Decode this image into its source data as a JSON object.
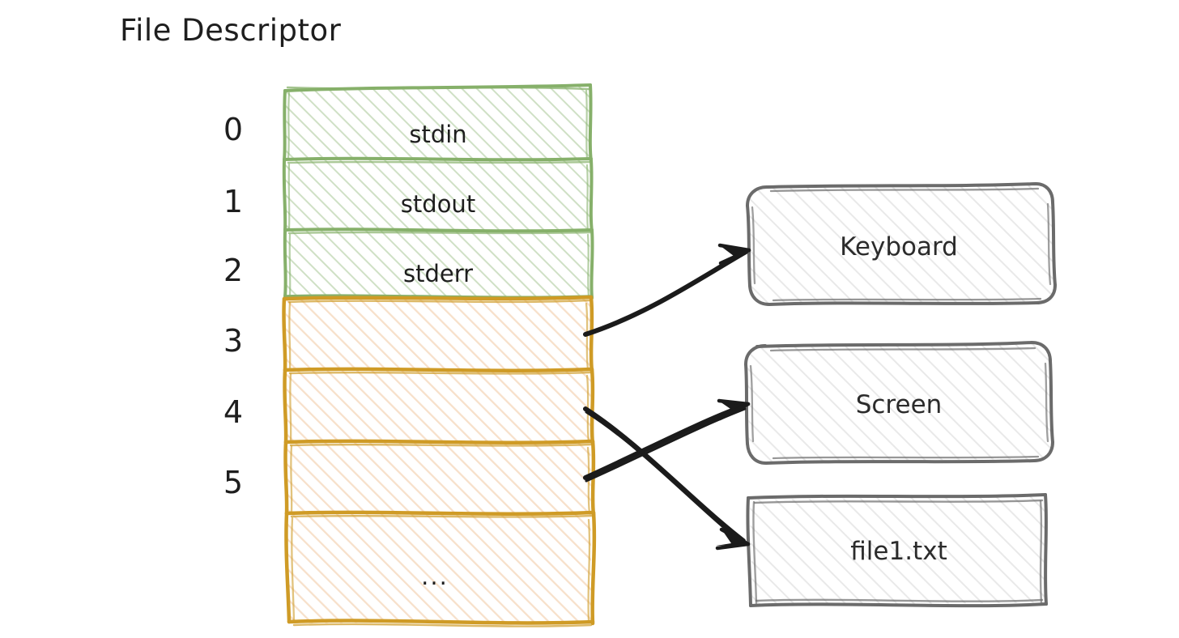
{
  "diagram": {
    "title": "File Descriptor",
    "fd_table": {
      "rows": [
        {
          "index": "0",
          "label": "stdin",
          "group": "std"
        },
        {
          "index": "1",
          "label": "stdout",
          "group": "std"
        },
        {
          "index": "2",
          "label": "stderr",
          "group": "std"
        },
        {
          "index": "3",
          "label": "",
          "group": "open"
        },
        {
          "index": "4",
          "label": "",
          "group": "open"
        },
        {
          "index": "5",
          "label": "",
          "group": "open"
        },
        {
          "index": "",
          "label": "...",
          "group": "open"
        }
      ]
    },
    "targets": [
      {
        "name": "Keyboard",
        "shape": "rounded"
      },
      {
        "name": "Screen",
        "shape": "rounded"
      },
      {
        "name": "file1.txt",
        "shape": "square"
      }
    ],
    "connections": [
      {
        "from": "3",
        "to": "Keyboard"
      },
      {
        "from": "4",
        "to": "file1.txt"
      },
      {
        "from": "5",
        "to": "Screen"
      }
    ],
    "colors": {
      "std_border": "#86b06a",
      "std_fill": "#cfe0c5",
      "open_border": "#cf9b26",
      "open_fill": "#f7e0ca",
      "target_border": "#6b6b6b",
      "target_fill": "#ececec",
      "arrow": "#1b1b1b",
      "text": "#1e1e1e",
      "background": "#ffffff"
    }
  }
}
